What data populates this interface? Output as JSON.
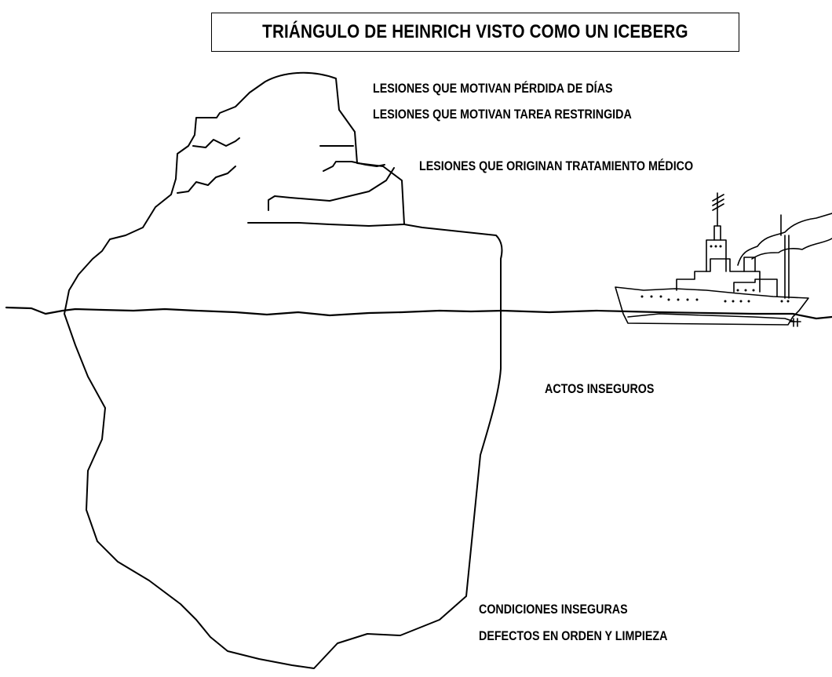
{
  "title": "TRIÁNGULO DE HEINRICH VISTO COMO UN ICEBERG",
  "labels": {
    "lost_days": "LESIONES QUE MOTIVAN PÉRDIDA DE DÍAS",
    "restricted": "LESIONES QUE MOTIVAN TAREA RESTRINGIDA",
    "medical": "LESIONES QUE ORIGINAN TRATAMIENTO MÉDICO",
    "unsafe_acts": "ACTOS INSEGUROS",
    "unsafe_conditions": "CONDICIONES INSEGURAS",
    "order_defects": "DEFECTOS EN ORDEN Y LIMPIEZA"
  },
  "colors": {
    "ink": "#000000",
    "background": "#ffffff"
  },
  "icons": [
    "iceberg-icon",
    "ship-icon",
    "sea-line"
  ]
}
